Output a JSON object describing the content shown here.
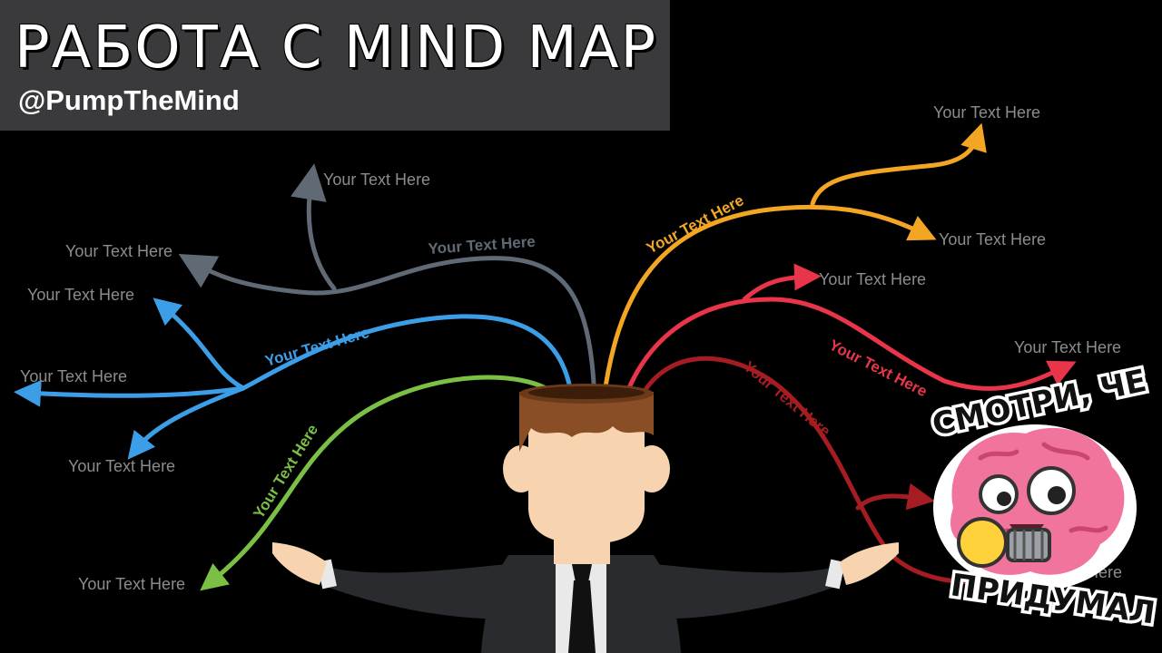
{
  "banner": {
    "title": "РАБОТА С MIND MAP",
    "handle": "@PumpTheMind"
  },
  "leaves": [
    "Your Text Here",
    "Your Text Here",
    "Your Text Here",
    "Your Text Here",
    "Your Text Here",
    "Your Text Here",
    "Your Text Here",
    "Your Text Here",
    "Your Text Here",
    "Your Text Here"
  ],
  "branch_labels": {
    "gray": "Your Text Here",
    "blue": "Your Text Here",
    "green": "Your Text Here",
    "orange": "Your Text Here",
    "red": "Your Text Here",
    "darkred": "Your Text Here"
  },
  "sticker": {
    "top": "СМОТРИ, ЧЕ",
    "bottom": "ПРИДУМАЛ",
    "peek": "xt Here"
  },
  "colors": {
    "gray": "#5f6a75",
    "blue": "#3d9ee8",
    "green": "#7bbf45",
    "orange": "#f2a623",
    "red": "#e8354a",
    "darkred": "#a51d22",
    "label_gray": "#8c8c8c",
    "banner_bg": "#3a3a3c"
  },
  "icons": [
    "person-illustration",
    "brain-mascot-icon",
    "light-bulb-icon"
  ]
}
